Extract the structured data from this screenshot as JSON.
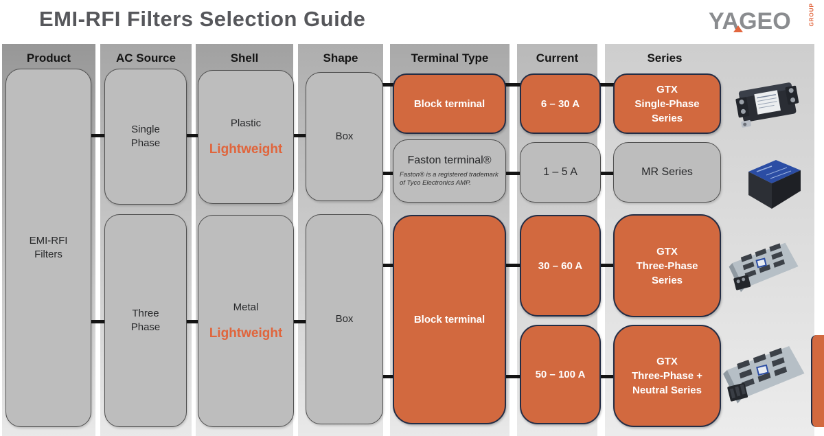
{
  "title": "EMI-RFI Filters Selection Guide",
  "logo": {
    "brand": "YAGEO",
    "group": "GROUP",
    "brand_color": "#8A8C8F",
    "accent_color": "#E2673F"
  },
  "colors": {
    "orange_box": "#D2693F",
    "orange_box_border": "#232D45",
    "gray_box": "#BDBDBD",
    "gray_box_border": "#4E4E4E",
    "connector": "#141414",
    "title_text": "#56575B",
    "lightweight_text": "#E0653C"
  },
  "columns": [
    {
      "id": "product",
      "label": "Product"
    },
    {
      "id": "ac-source",
      "label": "AC Source"
    },
    {
      "id": "shell",
      "label": "Shell"
    },
    {
      "id": "shape",
      "label": "Shape"
    },
    {
      "id": "terminal-type",
      "label": "Terminal Type"
    },
    {
      "id": "current",
      "label": "Current"
    },
    {
      "id": "series",
      "label": "Series"
    }
  ],
  "nodes": {
    "product": {
      "label": "EMI-RFI\nFilters"
    },
    "single_phase": {
      "label": "Single\nPhase"
    },
    "three_phase": {
      "label": "Three\nPhase"
    },
    "shell_plastic": {
      "material": "Plastic",
      "note": "Lightweight"
    },
    "shell_metal": {
      "material": "Metal",
      "note": "Lightweight"
    },
    "shape_top": {
      "label": "Box"
    },
    "shape_bottom": {
      "label": "Box"
    },
    "terminal_block_top": {
      "label": "Block terminal"
    },
    "terminal_faston": {
      "label": "Faston terminal®",
      "footnote": "Faston® is a registered trademark\nof Tyco Electronics AMP."
    },
    "terminal_block_big": {
      "label": "Block terminal"
    },
    "current_6_30": {
      "label": "6 – 30 A"
    },
    "current_1_5": {
      "label": "1 – 5 A"
    },
    "current_30_60": {
      "label": "30 – 60 A"
    },
    "current_50_100": {
      "label": "50 – 100 A"
    },
    "series_gtx_single": {
      "label": "GTX\nSingle-Phase\nSeries"
    },
    "series_mr": {
      "label": "MR Series"
    },
    "series_gtx_three": {
      "label": "GTX\nThree-Phase\nSeries"
    },
    "series_gtx_three_neutral": {
      "label": "GTX\nThree-Phase +\nNeutral Series"
    }
  },
  "images": [
    {
      "name": "gtx-single-phase-filter-photo"
    },
    {
      "name": "mr-series-filter-photo"
    },
    {
      "name": "gtx-three-phase-filter-photo"
    },
    {
      "name": "gtx-three-phase-neutral-filter-photo"
    }
  ]
}
